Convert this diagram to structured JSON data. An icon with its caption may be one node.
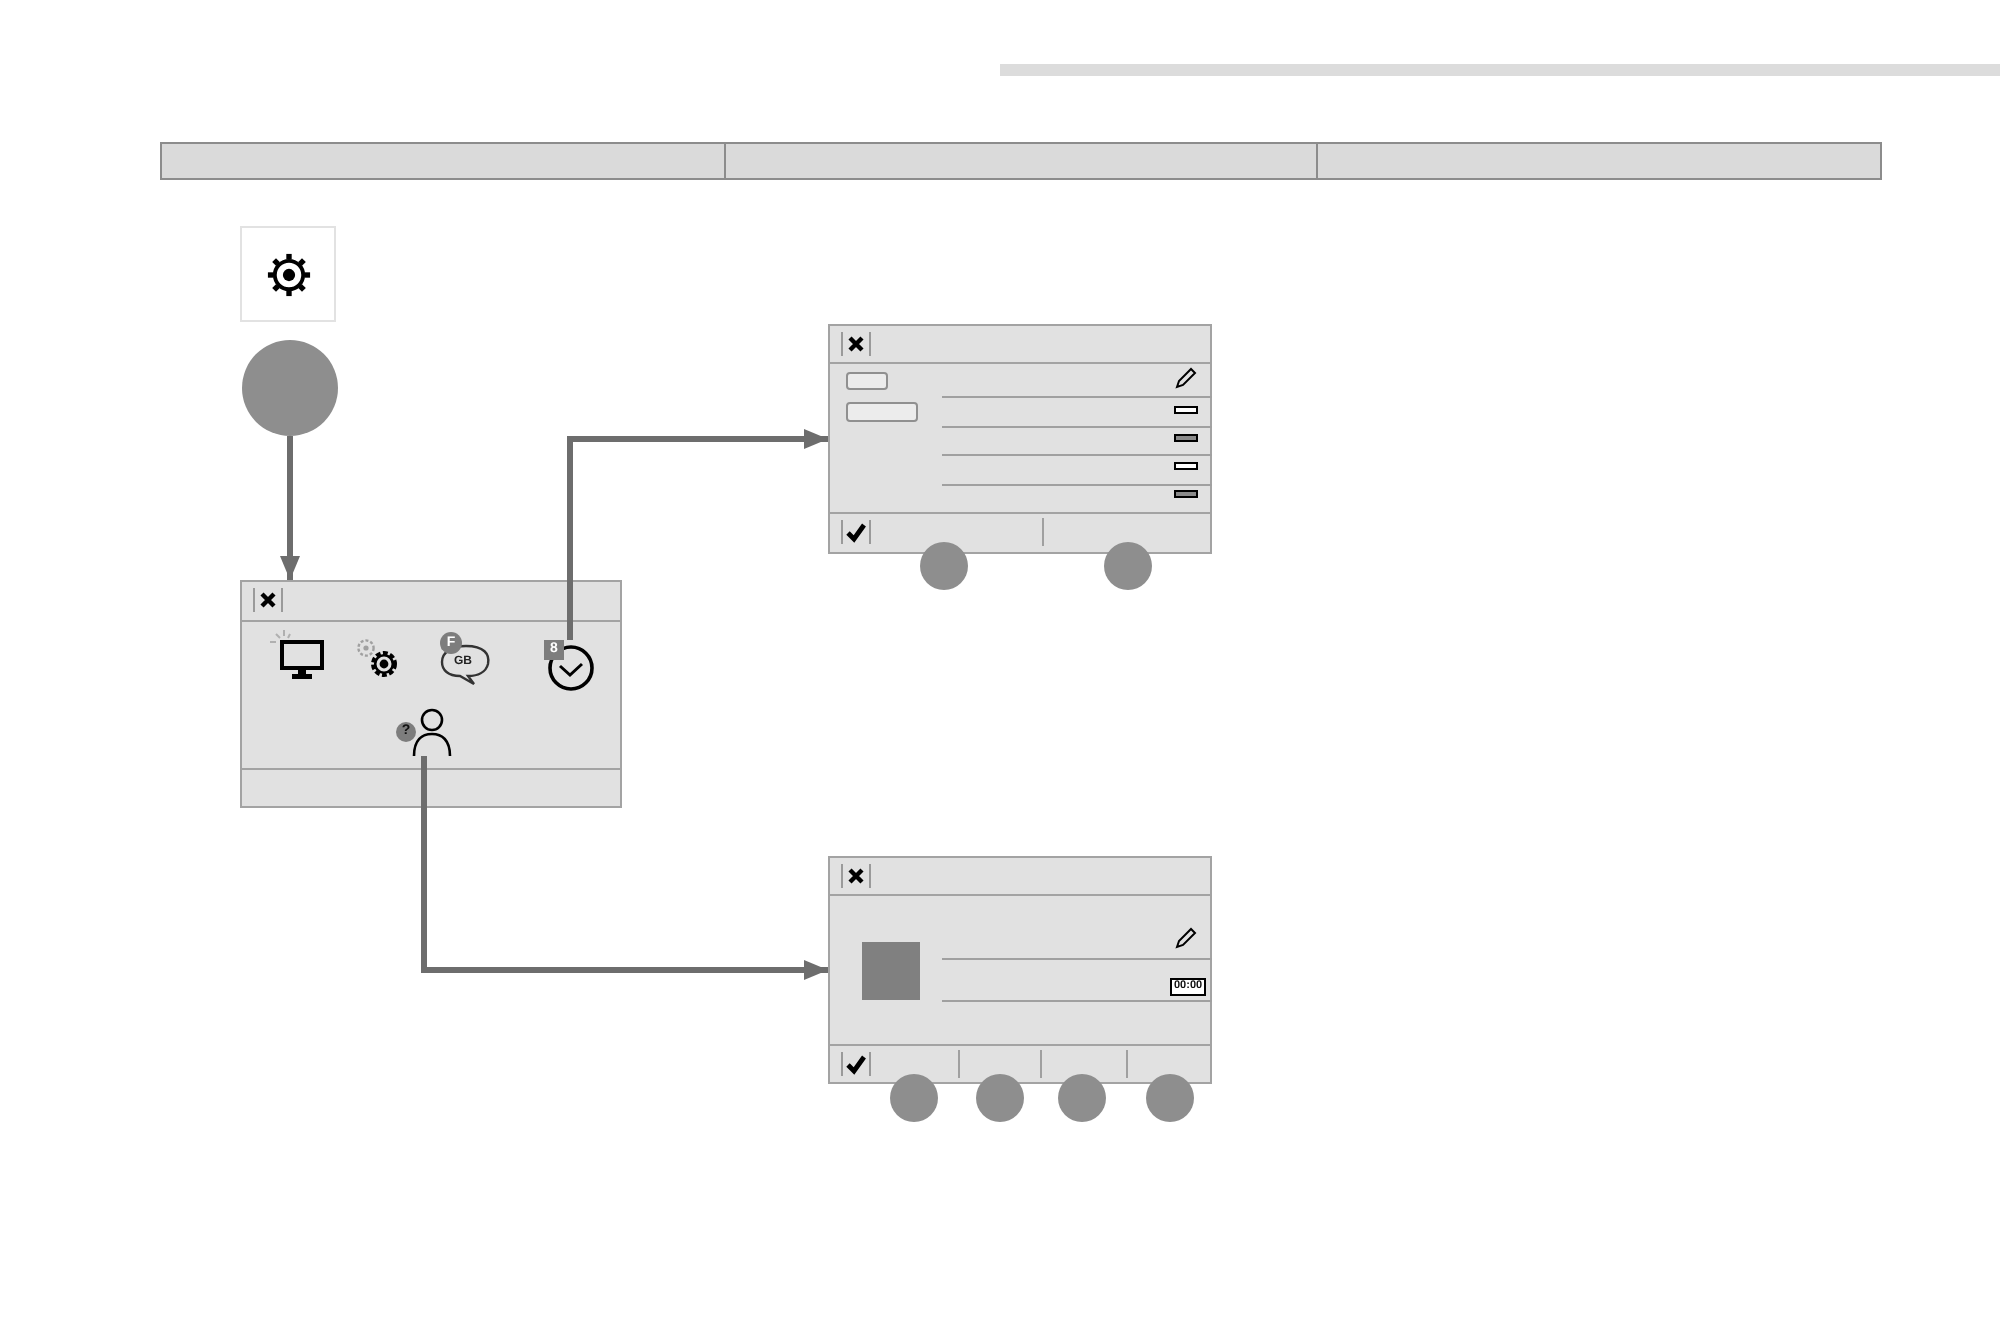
{
  "diagram": {
    "nodes": [
      {
        "text": [],
        "shape": "circle"
      },
      {
        "text": [],
        "shape": "box"
      },
      {
        "text": [
          "8"
        ],
        "in": 1
      },
      {
        "text": [
          "?"
        ],
        "in": 1
      },
      {
        "text": [],
        "shape": "box"
      },
      {
        "text": [],
        "shape": "circle"
      },
      {
        "text": [],
        "shape": "circle"
      },
      {
        "text": [],
        "shape": "box"
      },
      {
        "text": [],
        "shape": "circle"
      },
      {
        "text": [],
        "shape": "circle"
      },
      {
        "text": [],
        "shape": "circle"
      },
      {
        "text": [],
        "shape": "circle"
      }
    ],
    "edges": [
      {
        "from": 0,
        "to": 1,
        "arrow": "to"
      },
      {
        "from": 2,
        "to": 4,
        "arrow": "to"
      },
      {
        "from": 3,
        "to": 7,
        "arrow": "to"
      }
    ],
    "labels": [
      "F",
      "GB",
      "00:00"
    ]
  }
}
